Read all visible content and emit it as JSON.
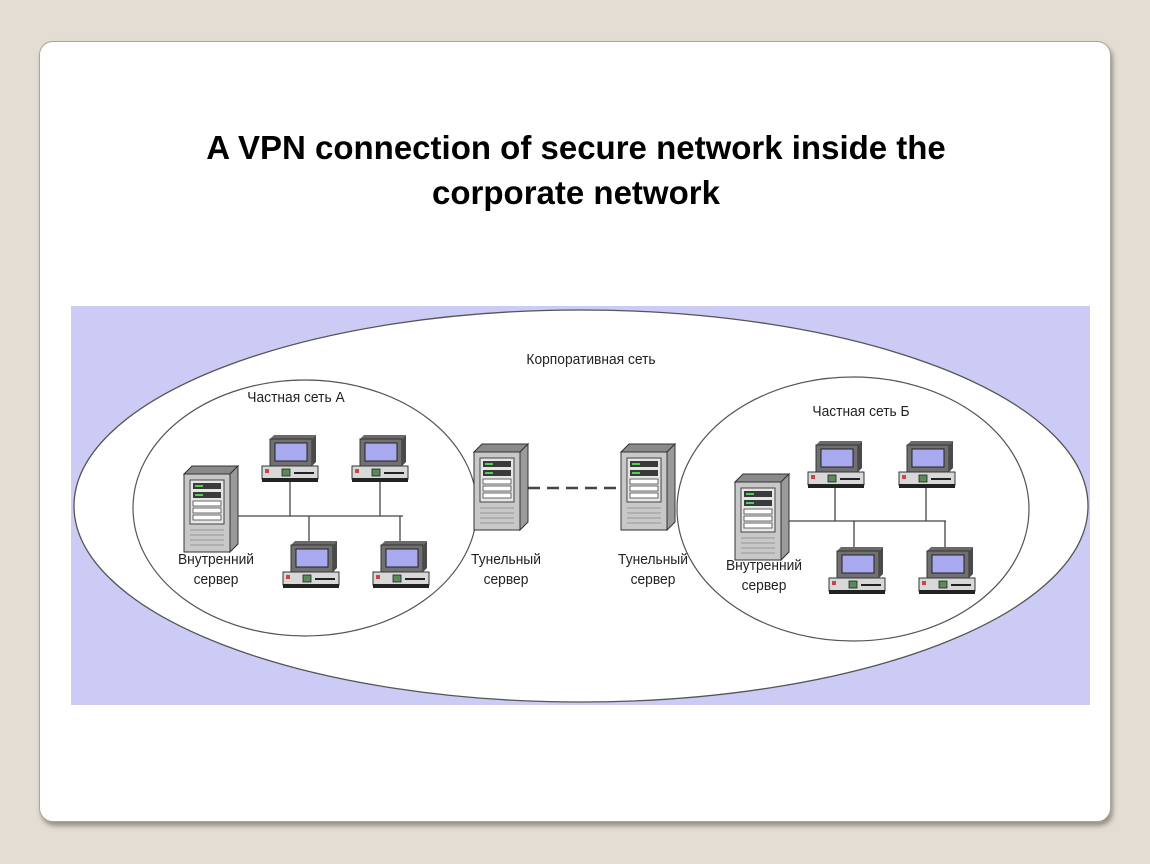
{
  "slide": {
    "title_line1": "A VPN connection of secure network inside the",
    "title_line2": "corporate network"
  },
  "diagram": {
    "corporate_network_label": "Корпоративная сеть",
    "network_a": {
      "label": "Частная сеть А",
      "internal_server_line1": "Внутренний",
      "internal_server_line2": "сервер",
      "workstations": 4
    },
    "network_b": {
      "label": "Частная сеть Б",
      "internal_server_line1": "Внутренний",
      "internal_server_line2": "сервер",
      "workstations": 4
    },
    "tunnel_server_a_line1": "Тунельный",
    "tunnel_server_a_line2": "сервер",
    "tunnel_server_b_line1": "Тунельный",
    "tunnel_server_b_line2": "сервер",
    "colors": {
      "background": "#cbcbf6",
      "screen": "#a9a9ef",
      "server_body": "#c8c8c8"
    }
  }
}
